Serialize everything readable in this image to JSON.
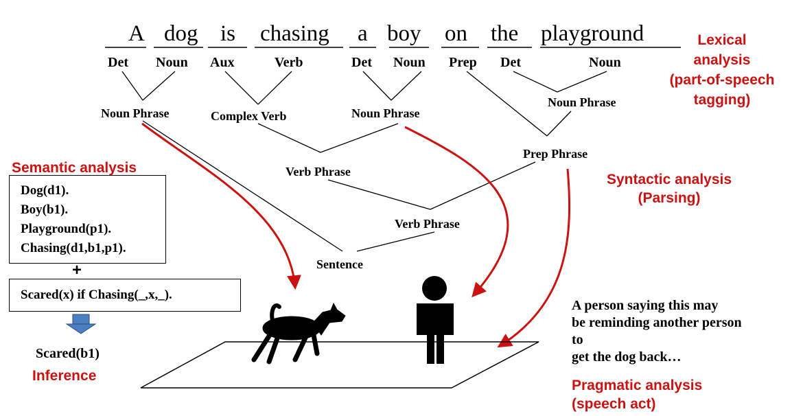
{
  "sentence_words": [
    "A",
    "dog",
    "is",
    "chasing",
    "a",
    "boy",
    "on",
    "the",
    "playground"
  ],
  "pos_tags": [
    "Det",
    "Noun",
    "Aux",
    "Verb",
    "Det",
    "Noun",
    "Prep",
    "Det",
    "Noun"
  ],
  "phrases": {
    "np1": "Noun Phrase",
    "complex_verb": "Complex Verb",
    "np2": "Noun Phrase",
    "np3": "Noun Phrase",
    "prep_phrase": "Prep Phrase",
    "vp1": "Verb Phrase",
    "vp2": "Verb Phrase",
    "sentence": "Sentence"
  },
  "labels": {
    "lexical": [
      "Lexical",
      "analysis",
      "(part-of-speech",
      "tagging)"
    ],
    "syntactic": [
      "Syntactic analysis",
      "(Parsing)"
    ],
    "semantic": "Semantic analysis",
    "inference": "Inference",
    "pragmatic": [
      "Pragmatic analysis",
      "(speech act)"
    ]
  },
  "semantic_facts": [
    "Dog(d1).",
    "Boy(b1).",
    "Playground(p1).",
    "Chasing(d1,b1,p1)."
  ],
  "plus_sign": "+",
  "rule": "Scared(x) if Chasing(_,x,_).",
  "inferred": "Scared(b1)",
  "pragmatic_note": [
    "A person saying this may",
    "be reminding another person",
    "to",
    "get the dog back…"
  ],
  "colors": {
    "accent_red": "#cc1111",
    "arrow_fill": "#4a7fc1"
  },
  "icons": [
    "dog-silhouette-icon",
    "person-silhouette-icon",
    "down-arrow-icon"
  ]
}
